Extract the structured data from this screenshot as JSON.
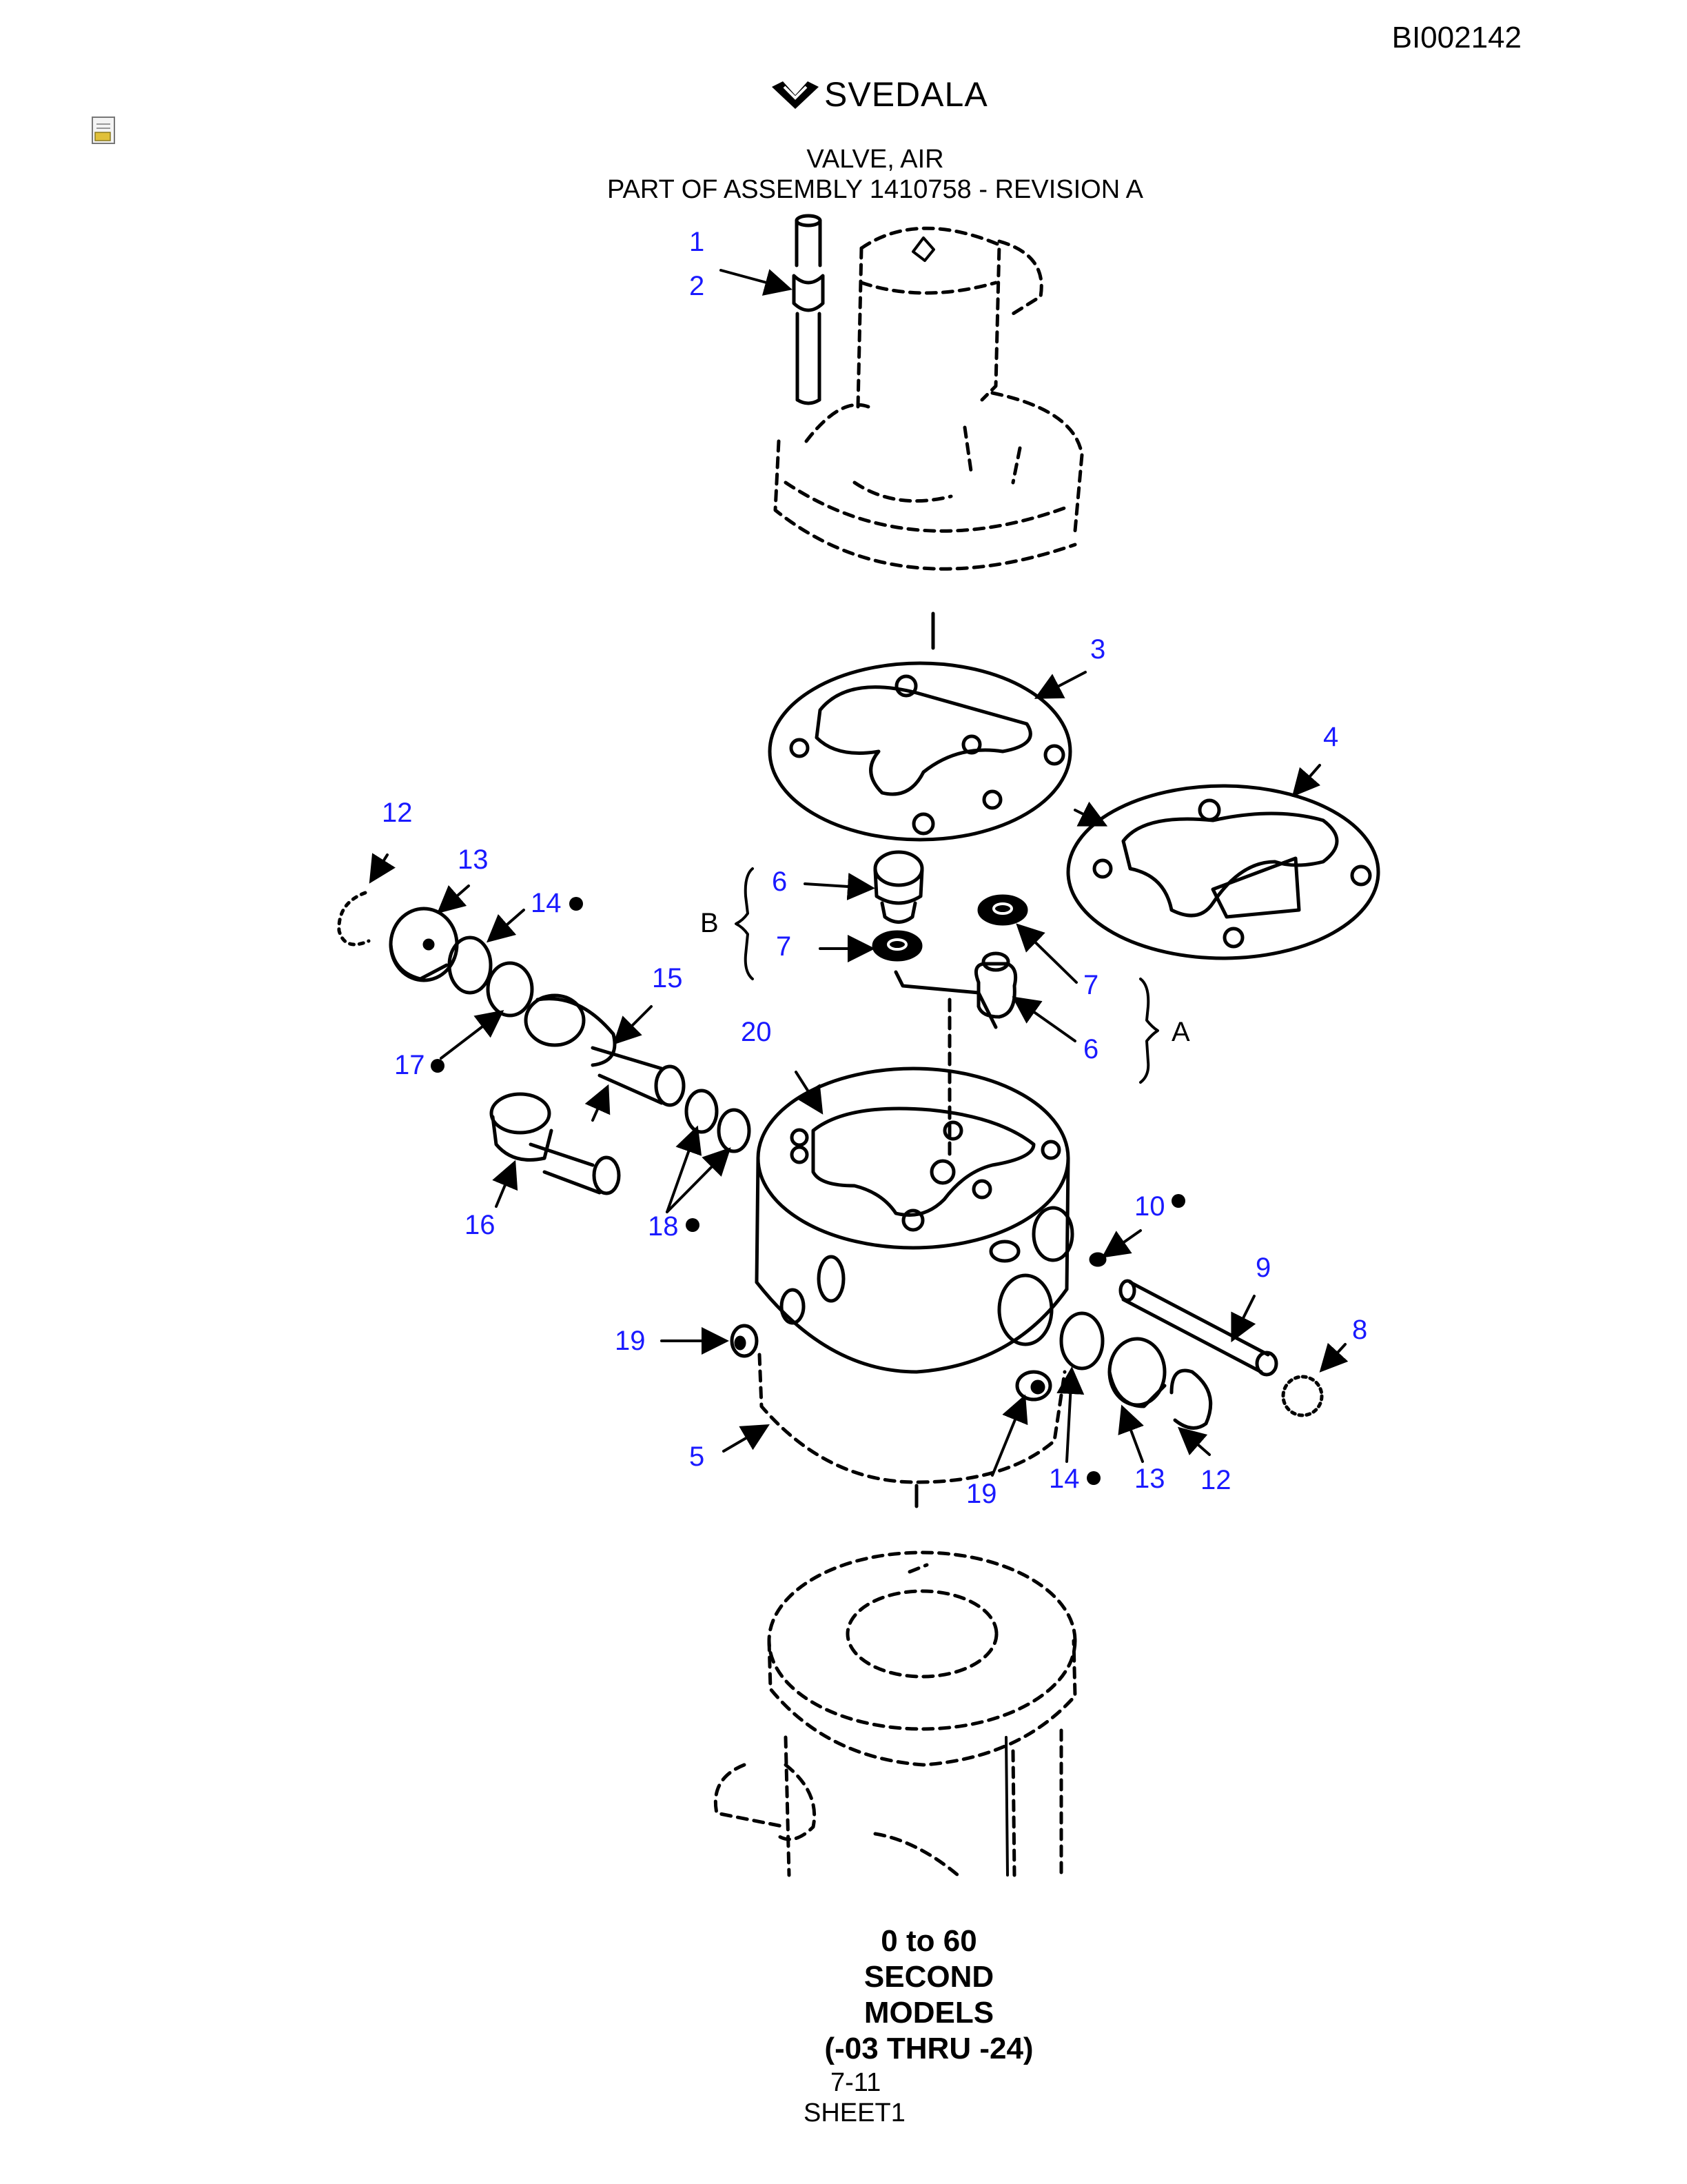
{
  "document_id": "BI002142",
  "brand": {
    "name": "SVEDALA"
  },
  "title_line1": "VALVE, AIR",
  "title_line2": "PART OF ASSEMBLY 1410758 - REVISION A",
  "callouts": [
    "1",
    "2",
    "3",
    "4",
    "5",
    "6",
    "7",
    "7",
    "6",
    "8",
    "9",
    "10",
    "12",
    "13",
    "14",
    "17",
    "15",
    "20",
    "16",
    "18",
    "19",
    "19",
    "14",
    "13",
    "12"
  ],
  "subassembly_labels": {
    "b": "B",
    "a": "A"
  },
  "caption": [
    "0 to 60",
    "SECOND",
    "MODELS",
    "(-03 THRU -24)"
  ],
  "page_number": "7-11",
  "sheet": "SHEET1",
  "colors": {
    "callout": "#1a1aff",
    "line": "#000000"
  }
}
